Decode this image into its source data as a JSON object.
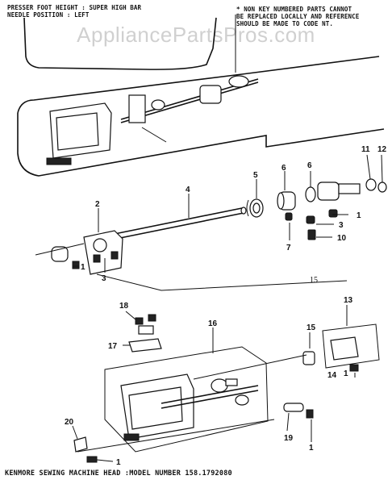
{
  "header": {
    "left_line1": "PRESSER FOOT HEIGHT : SUPER HIGH BAR",
    "left_line2": "NEEDLE POSITION : LEFT",
    "right_line1": "* NON KEY NUMBERED PARTS CANNOT",
    "right_line2": "BE REPLACED LOCALLY AND REFERENCE",
    "right_line3": "SHOULD BE MADE TO CODE NT."
  },
  "watermark": "AppliancePartsPros.com",
  "page_number": "15",
  "callouts": {
    "c1a": "1",
    "c1b": "1",
    "c1c": "1",
    "c1d": "1",
    "c1e": "1",
    "c2": "2",
    "c3a": "3",
    "c3b": "3",
    "c4": "4",
    "c5": "5",
    "c6a": "6",
    "c6b": "6",
    "c7": "7",
    "c10": "10",
    "c11": "11",
    "c12": "12",
    "c13": "13",
    "c14": "14",
    "c15": "15",
    "c16": "16",
    "c17": "17",
    "c18": "18",
    "c19": "19",
    "c20": "20"
  },
  "footer": "KENMORE SEWING MACHINE HEAD :MODEL NUMBER 158.1792080"
}
